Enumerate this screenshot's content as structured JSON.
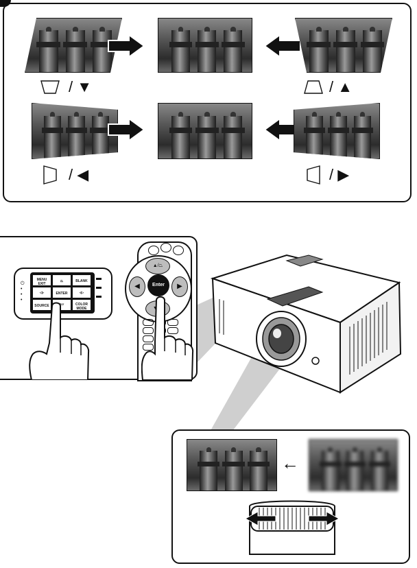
{
  "keystone_symbols": {
    "top_left": "/ ▼",
    "top_right": "/ ▲",
    "bottom_left": "/ ◀",
    "bottom_right": "/ ▶"
  },
  "control_panel": {
    "menu_exit_label": "MENU EXIT",
    "blank_label": "BLANK",
    "enter_label": "ENTER",
    "source_label": "SOURCE",
    "color_mode_label": "COLOR MODE"
  },
  "remote": {
    "enter_label": "Enter",
    "up_label": "▲/⏢",
    "down_label": "▼/⏥"
  },
  "focus_panel": {
    "arrow_symbol": "←"
  },
  "colors": {
    "line": "#111111",
    "beam": "#cfcfcf",
    "photo_dark": "#2c2c2c"
  }
}
